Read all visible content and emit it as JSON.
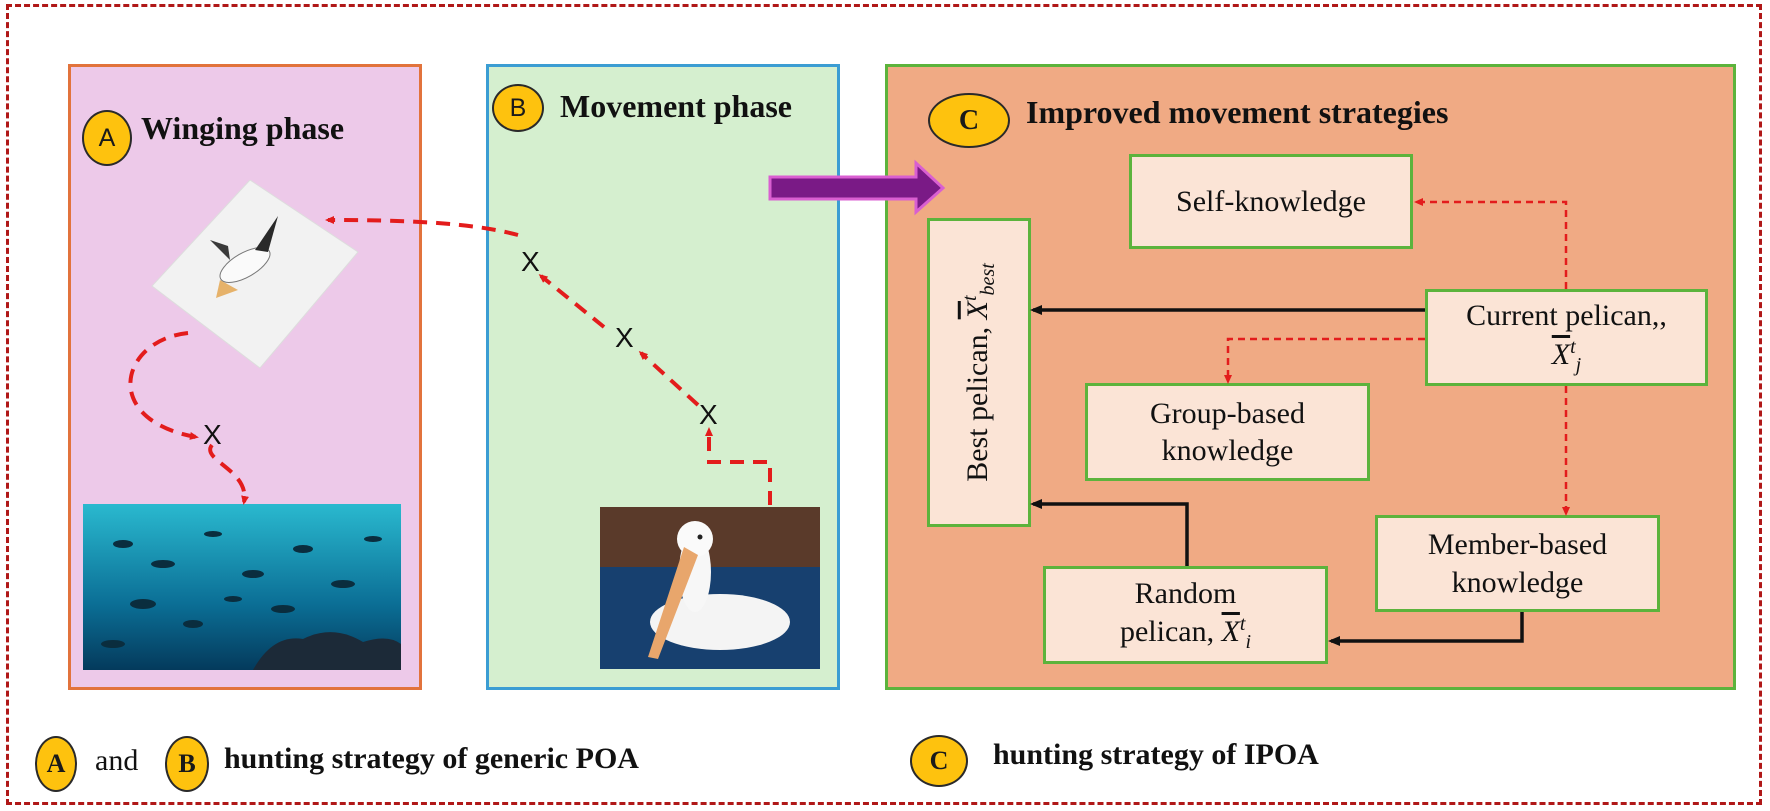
{
  "panels": {
    "a": {
      "badge": "A",
      "title": "Winging phase",
      "marker": "X"
    },
    "b": {
      "badge": "B",
      "title": "Movement phase",
      "markers": [
        "X",
        "X",
        "X"
      ]
    },
    "c": {
      "badge": "C",
      "title": "Improved movement strategies",
      "boxes": {
        "self": "Self-knowledge",
        "best_prefix": "Best pelican, ",
        "best_var": "X",
        "best_sup": "t",
        "best_sub": "best",
        "current_label": "Current pelican,,",
        "current_var": "X",
        "current_sup": "t",
        "current_sub": "j",
        "group_line1": "Group-based",
        "group_line2": "knowledge",
        "member_line1": "Member-based",
        "member_line2": "knowledge",
        "random_line1": "Random",
        "random_line2": "pelican, ",
        "random_var": "X",
        "random_sup": "t",
        "random_sub": "i"
      }
    }
  },
  "legend": {
    "badge_a": "A",
    "and": "and",
    "badge_b": "B",
    "text_ab": "hunting strategy of generic POA",
    "badge_c": "C",
    "text_c": "hunting strategy of IPOA"
  },
  "colors": {
    "frame": "#b01818",
    "panel_a_bg": "#edc9e9",
    "panel_a_border": "#e2733c",
    "panel_b_bg": "#d5efcf",
    "panel_b_border": "#3b9dd3",
    "panel_c_bg": "#f0aa84",
    "panel_c_border": "#5cb33c",
    "badge": "#fec20e",
    "dashed_arrow": "#e31c1c",
    "big_arrow": "#7a1a86"
  }
}
